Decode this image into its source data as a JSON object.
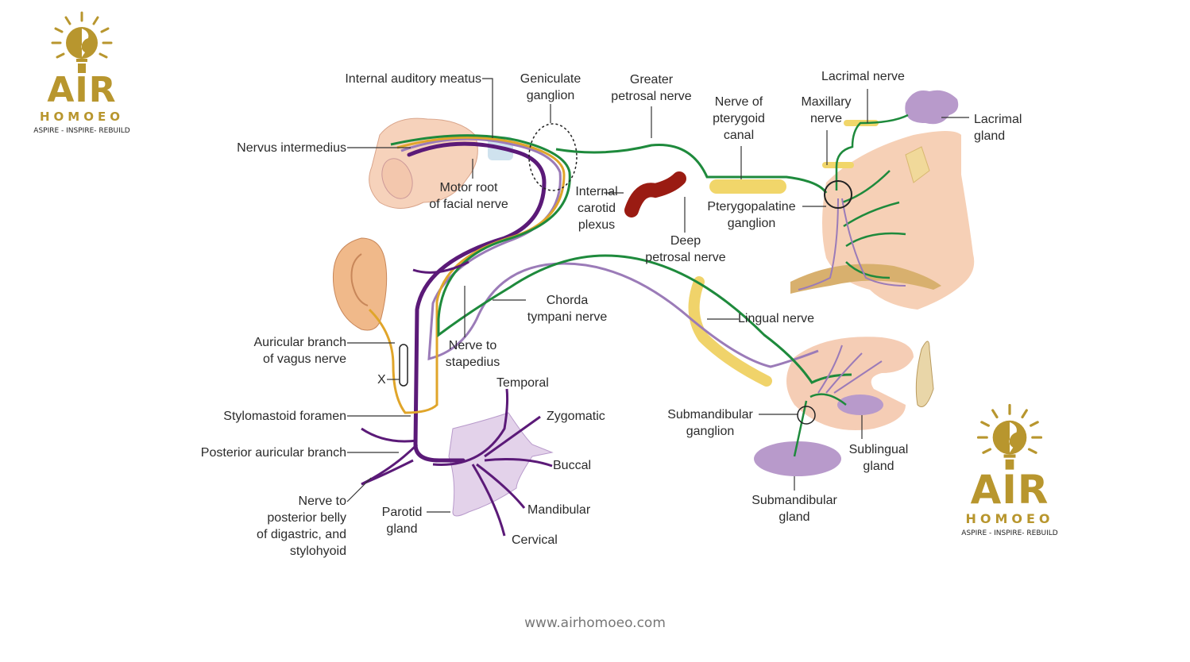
{
  "brand": {
    "name": "AIR",
    "subname": "HOMOEO",
    "tagline": "ASPIRE - INSPIRE- REBUILD",
    "color": "#b8962e"
  },
  "footer": {
    "url": "www.airhomoeo.com"
  },
  "diagram": {
    "title": "Facial nerve and its branches",
    "colors": {
      "motor": "#5b1a78",
      "parasympathetic": "#1e8a3c",
      "sensory": "#e0a52a",
      "sympathetic": "#9b7bb8",
      "gland": "#b89acb",
      "tissue": "#f3c9ad"
    },
    "labels": {
      "internal_auditory_meatus": "Internal auditory meatus",
      "geniculate_ganglion": [
        "Geniculate",
        "ganglion"
      ],
      "greater_petrosal_nerve": [
        "Greater",
        "petrosal nerve"
      ],
      "nerve_of_pterygoid_canal": [
        "Nerve of",
        "pterygoid",
        "canal"
      ],
      "lacrimal_nerve": "Lacrimal nerve",
      "maxillary_nerve": [
        "Maxillary",
        "nerve"
      ],
      "lacrimal_gland": [
        "Lacrimal",
        "gland"
      ],
      "nervus_intermedius": "Nervus intermedius",
      "motor_root": [
        "Motor root",
        "of facial nerve"
      ],
      "internal_carotid_plexus": [
        "Internal",
        "carotid",
        "plexus"
      ],
      "pterygopalatine_ganglion": [
        "Pterygopalatine",
        "ganglion"
      ],
      "deep_petrosal_nerve": [
        "Deep",
        "petrosal nerve"
      ],
      "chorda_tympani": [
        "Chorda",
        "tympani nerve"
      ],
      "lingual_nerve": "Lingual nerve",
      "auricular_branch_vagus": [
        "Auricular branch",
        "of vagus nerve"
      ],
      "nerve_to_stapedius": [
        "Nerve to",
        "stapedius"
      ],
      "x_mark": "X",
      "stylomastoid_foramen": "Stylomastoid foramen",
      "posterior_auricular_branch": "Posterior auricular branch",
      "nerve_to_posterior_belly": [
        "Nerve to",
        "posterior belly",
        "of digastric, and",
        "stylohyoid"
      ],
      "temporal": "Temporal",
      "zygomatic": "Zygomatic",
      "buccal": "Buccal",
      "mandibular": "Mandibular",
      "cervical": "Cervical",
      "parotid_gland": [
        "Parotid",
        "gland"
      ],
      "submandibular_ganglion": [
        "Submandibular",
        "ganglion"
      ],
      "sublingual_gland": [
        "Sublingual",
        "gland"
      ],
      "submandibular_gland": [
        "Submandibular",
        "gland"
      ]
    }
  }
}
